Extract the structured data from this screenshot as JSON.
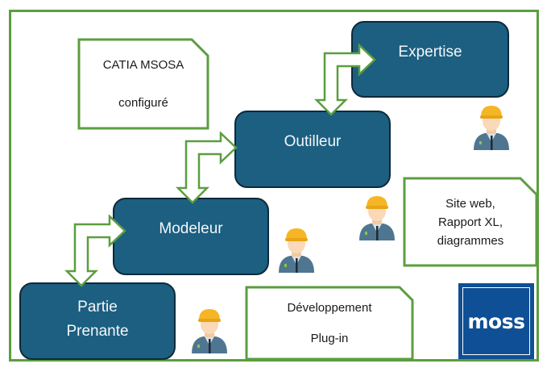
{
  "roles": {
    "expertise": "Expertise",
    "outilleur": "Outilleur",
    "modeleur": "Modeleur",
    "partie_prenante_line1": "Partie",
    "partie_prenante_line2": "Prenante"
  },
  "notes": {
    "catia": {
      "line1": "CATIA MSOSA",
      "line2": "configuré"
    },
    "outputs": {
      "line1": "Site web,",
      "line2": "Rapport XL,",
      "line3": "diagrammes"
    },
    "dev": {
      "line1": "Développement",
      "line2": "Plug-in"
    }
  },
  "logo": {
    "text": "moss"
  },
  "icons": {
    "worker": "construction-worker-icon",
    "arrow": "bent-double-arrow-icon"
  },
  "colors": {
    "role_fill": "#1c5f80",
    "role_border": "#0d2a3a",
    "accent_green": "#5b9e3f",
    "logo_blue": "#0f4f95"
  }
}
